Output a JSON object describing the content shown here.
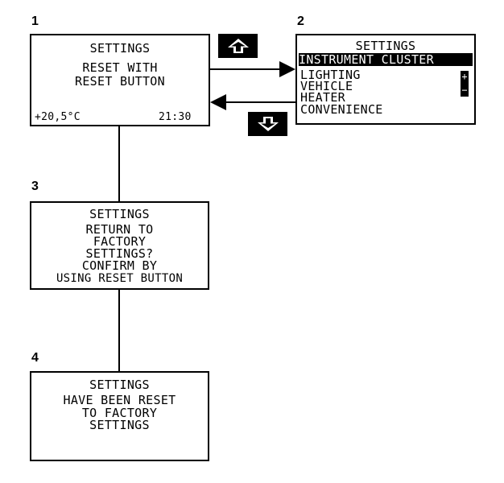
{
  "labels": {
    "s1": "1",
    "s2": "2",
    "s3": "3",
    "s4": "4"
  },
  "screen1": {
    "title": "SETTINGS",
    "line1": "RESET WITH",
    "line2": "RESET BUTTON",
    "temperature": "+20,5°C",
    "time": "21:30"
  },
  "screen2": {
    "title": "SETTINGS",
    "selected_item": "INSTRUMENT CLUSTER",
    "items": [
      "LIGHTING",
      "VEHICLE",
      "HEATER",
      "CONVENIENCE"
    ],
    "scroll_plus": "+",
    "scroll_minus": "−"
  },
  "screen3": {
    "title": "SETTINGS",
    "lines": [
      "RETURN TO",
      "FACTORY",
      "SETTINGS?",
      "CONFIRM BY",
      "USING RESET BUTTON"
    ]
  },
  "screen4": {
    "title": "SETTINGS",
    "lines": [
      "HAVE BEEN RESET",
      "TO FACTORY",
      "SETTINGS"
    ]
  },
  "buttons": {
    "up": "up-arrow-icon",
    "down": "down-arrow-icon"
  },
  "colors": {
    "ink": "#000000",
    "paper": "#ffffff"
  }
}
